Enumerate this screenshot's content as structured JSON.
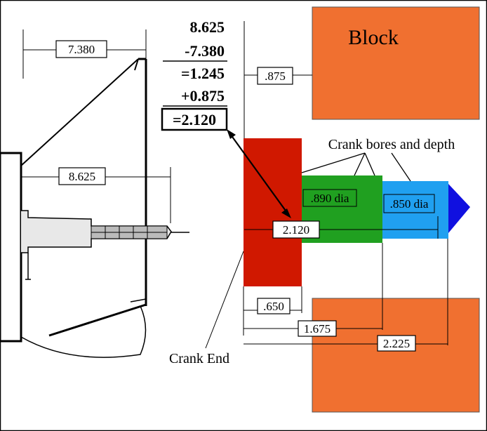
{
  "calculation": {
    "line1": "8.625",
    "line2": "-7.380",
    "line3": "=1.245",
    "line4": "+0.875",
    "result": "=2.120"
  },
  "labels": {
    "block": "Block",
    "crank_bores": "Crank bores and depth",
    "crank_end": "Crank End"
  },
  "dimensions": {
    "d7380": "7.380",
    "d8625": "8.625",
    "d875": ".875",
    "d2120": "2.120",
    "d650": ".650",
    "d1675": "1.675",
    "d2225": "2.225",
    "dia890": ".890 dia",
    "dia850": ".850 dia"
  },
  "colors": {
    "block": "#f07030",
    "crank_end": "#d01800",
    "bore_890": "#20a020",
    "bore_850": "#20a0f0",
    "tip": "#1010e0"
  }
}
